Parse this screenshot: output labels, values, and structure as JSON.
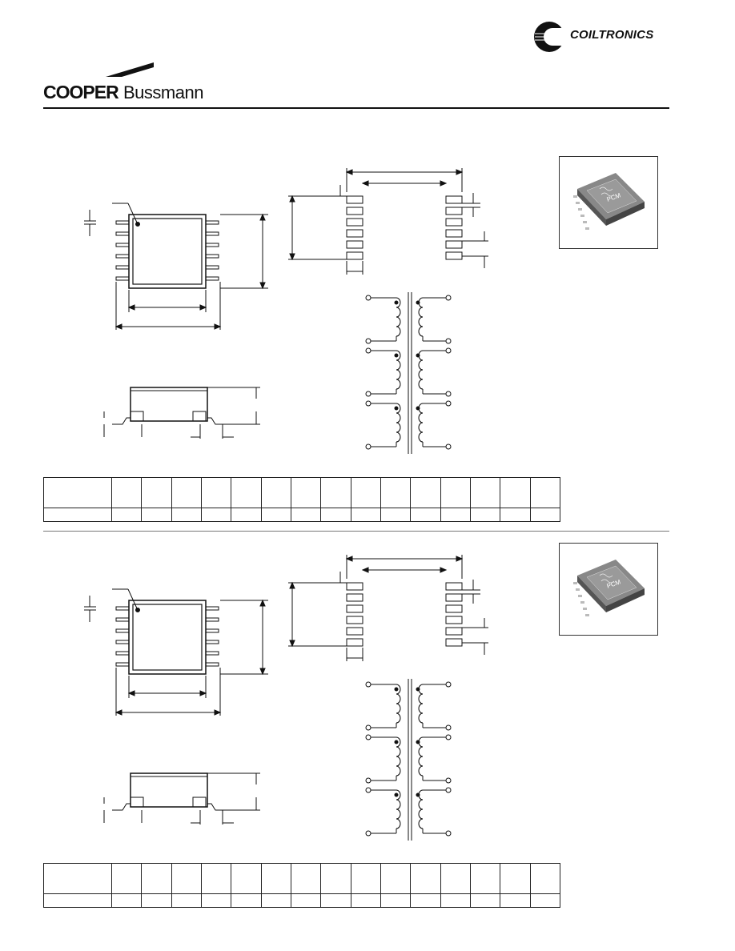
{
  "header": {
    "brand_primary": "COOPER",
    "brand_secondary": "Bussmann",
    "brand_right": "COILTRONICS"
  },
  "products": [
    {
      "photo_label": "PCM",
      "table_columns": 16
    },
    {
      "photo_label": "PCM",
      "table_columns": 16
    }
  ],
  "colors": {
    "ink": "#111111",
    "rule": "#777777"
  }
}
